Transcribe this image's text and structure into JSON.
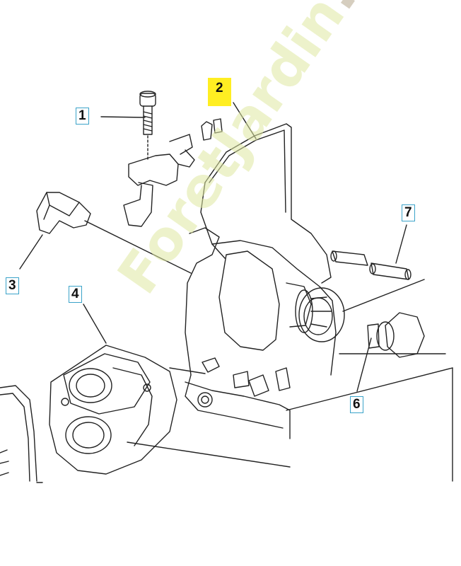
{
  "callouts": {
    "c1": "1",
    "c2": "2",
    "c3": "3",
    "c4": "4",
    "c6": "6",
    "c7": "7"
  },
  "watermark": {
    "main": "ForetJardin",
    "suffix": ".com"
  },
  "colors": {
    "highlight": "#ffee22",
    "callout_border": "#3aa3c9",
    "line_art": "#222222"
  }
}
